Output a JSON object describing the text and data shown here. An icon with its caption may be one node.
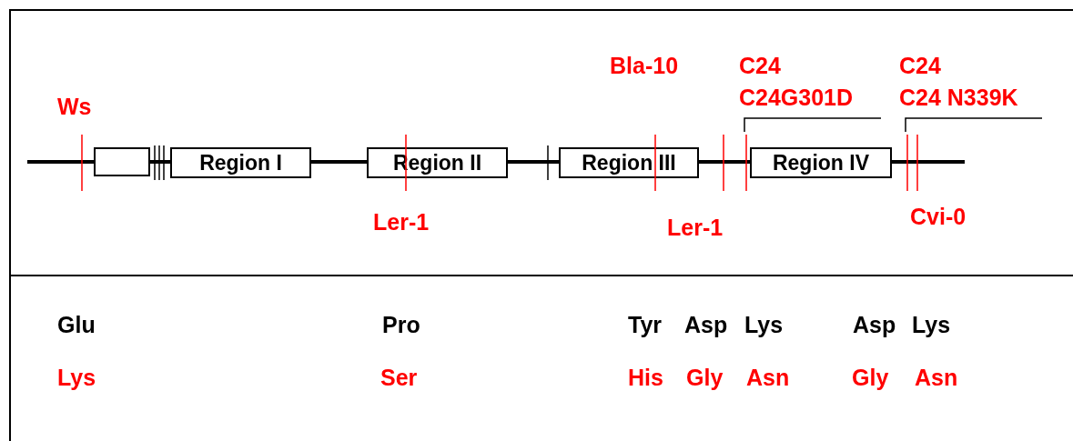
{
  "diagram": {
    "nodes": [
      {
        "text": [],
        "shape": "box"
      },
      {
        "text": [
          "Region I"
        ]
      },
      {
        "text": [
          "Region II"
        ]
      },
      {
        "text": [
          "Region III"
        ]
      },
      {
        "text": [
          "Region IV"
        ]
      }
    ],
    "edges": [
      {
        "from": 0,
        "to": 1,
        "arrow": "none"
      },
      {
        "from": 1,
        "to": 2,
        "arrow": "none"
      },
      {
        "from": 2,
        "to": 3,
        "arrow": "none"
      },
      {
        "from": 3,
        "to": 4,
        "arrow": "none"
      }
    ],
    "labels": [
      "Bla-10",
      "C24",
      "C24",
      "C24G301D",
      "C24 N339K",
      "Ws",
      "Ler-1",
      "Ler-1",
      "Cvi-0",
      "Glu",
      "Pro",
      "Tyr",
      "Asp",
      "Lys",
      "Asp",
      "Lys",
      "Lys",
      "Ser",
      "His",
      "Gly",
      "Asn",
      "Gly",
      "Asn"
    ]
  }
}
